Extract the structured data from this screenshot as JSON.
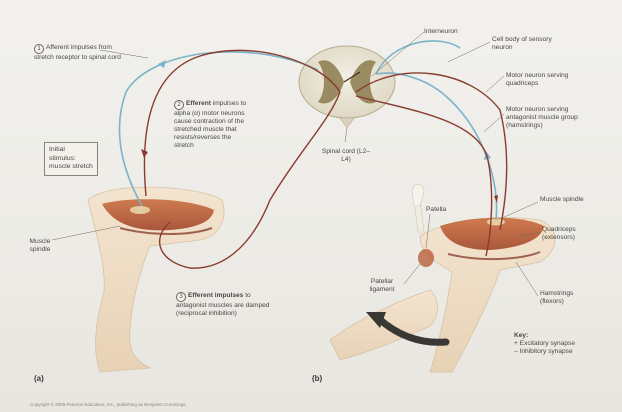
{
  "labels": {
    "step1_num": "1",
    "step1": "Afferent impulses from stretch receptor to spinal cord",
    "step2_num": "2",
    "step2_title": "Efferent",
    "step2": "impulses to alpha (α) motor neurons cause contraction of the stretched muscle that resists/reverses the stretch",
    "step3_num": "3",
    "step3_title": "Efferent impulses",
    "step3": "to antagonist muscles are damped (reciprocal inhibition)",
    "initial_stimulus": "Initial stimulus: muscle stretch",
    "muscle_spindle_left": "Muscle spindle",
    "spinal_cord": "Spinal cord (L2–L4)",
    "interneuron": "Interneuron",
    "cell_body": "Cell body of sensory neuron",
    "motor_quadriceps": "Motor neuron serving quadriceps",
    "motor_antagonist": "Motor neuron serving antagonist muscle group (hamstrings)",
    "muscle_spindle_right": "Muscle spindle",
    "quadriceps": "Quadriceps (extensors)",
    "patella": "Patella",
    "patellar_ligament": "Patellar ligament",
    "hamstrings": "Hamstrings (flexors)",
    "part_a": "(a)",
    "part_b": "(b)"
  },
  "key": {
    "title": "Key:",
    "excitatory": "+ Excitatory synapse",
    "inhibitory": "– Inhibitory synapse"
  },
  "copyright": "Copyright © 2009 Pearson Education, Inc., publishing as Benjamin Cummings",
  "colors": {
    "afferent": "#7bb3c9",
    "efferent": "#8a3b2e",
    "inhibitory": "#6a2b2b",
    "muscle": "#b5562f",
    "skin": "#efdcc4",
    "spinal_gray": "#8b7a4e",
    "arrow": "#3a3835"
  }
}
